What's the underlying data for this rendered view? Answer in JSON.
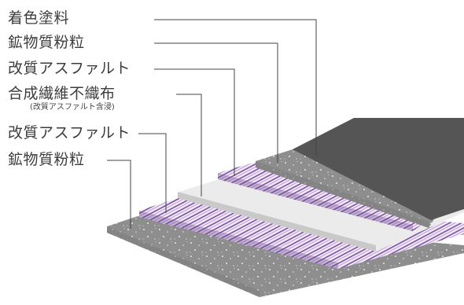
{
  "layers": [
    {
      "name": "着色塗料",
      "note": ""
    },
    {
      "name": "鉱物質粉粒",
      "note": ""
    },
    {
      "name": "改質アスファルト",
      "note": ""
    },
    {
      "name": "合成繊維不織布",
      "note": "(改質アスファルト含浸)"
    },
    {
      "name": "改質アスファルト",
      "note": ""
    },
    {
      "name": "鉱物質粉粒",
      "note": ""
    }
  ],
  "colors": {
    "coating": "#555555",
    "granule": "#8e8e8e",
    "asphalt_base": "#f1e9f5",
    "asphalt_stripe": "#7d4fa3",
    "fabric": "#ebebeb",
    "leader": "#444444",
    "text": "#3c3c3c"
  }
}
